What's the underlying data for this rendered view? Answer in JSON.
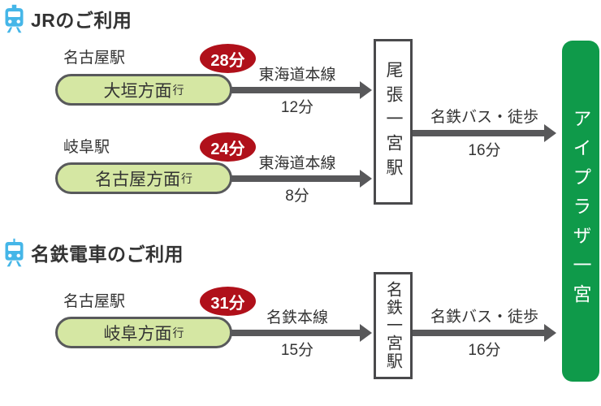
{
  "colors": {
    "destination_green": "#0f9a4a",
    "badge_red": "#b0101a",
    "pill_green": "#d5e7a3",
    "arrow_gray": "#58585a",
    "icon_blue": "#45b6e8",
    "text": "#333333"
  },
  "destination": "アイプラザ一宮",
  "sections": [
    {
      "title": "JRのご利用",
      "hub_station": "尾張一宮駅",
      "routes": [
        {
          "origin_station": "名古屋駅",
          "direction": "大垣方面",
          "direction_suffix": "行",
          "total_time_badge": "28分",
          "line_name": "東海道本線",
          "ride_time": "12分"
        },
        {
          "origin_station": "岐阜駅",
          "direction": "名古屋方面",
          "direction_suffix": "行",
          "total_time_badge": "24分",
          "line_name": "東海道本線",
          "ride_time": "8分"
        }
      ],
      "transfer": {
        "mode": "名鉄バス・徒歩",
        "time": "16分"
      }
    },
    {
      "title": "名鉄電車のご利用",
      "hub_station": "名鉄一宮駅",
      "routes": [
        {
          "origin_station": "名古屋駅",
          "direction": "岐阜方面",
          "direction_suffix": "行",
          "total_time_badge": "31分",
          "line_name": "名鉄本線",
          "ride_time": "15分"
        }
      ],
      "transfer": {
        "mode": "名鉄バス・徒歩",
        "time": "16分"
      }
    }
  ]
}
